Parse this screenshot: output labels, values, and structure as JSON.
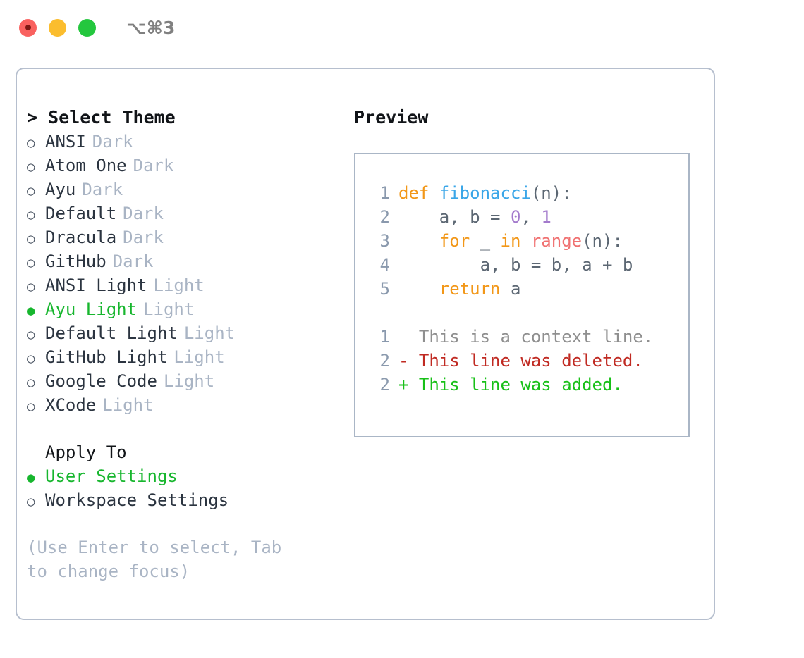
{
  "titlebar": {
    "shortcut": "⌥⌘3",
    "lights": [
      {
        "name": "close",
        "color": "#f9615f"
      },
      {
        "name": "minimize",
        "color": "#fbbd2e"
      },
      {
        "name": "maximize",
        "color": "#24c73e"
      }
    ]
  },
  "colors": {
    "accent_green": "#17b62e",
    "muted": "#a9b4c4",
    "text": "#2b3440",
    "border": "#b6bfce",
    "preview_border": "#aab6c6",
    "linenumber": "#8a99ad",
    "keyword": "#f29718",
    "function": "#3aa6e8",
    "number": "#a37acc",
    "builtin": "#f07171",
    "diff_deleted": "#c02a22",
    "diff_added": "#18c018",
    "diff_context": "#8f8f8f"
  },
  "left": {
    "title": "> Select Theme",
    "themes": [
      {
        "bullet": "○",
        "name": "ANSI",
        "tag": "Dark",
        "selected": false
      },
      {
        "bullet": "○",
        "name": "Atom One",
        "tag": "Dark",
        "selected": false
      },
      {
        "bullet": "○",
        "name": "Ayu",
        "tag": "Dark",
        "selected": false
      },
      {
        "bullet": "○",
        "name": "Default",
        "tag": "Dark",
        "selected": false
      },
      {
        "bullet": "○",
        "name": "Dracula",
        "tag": "Dark",
        "selected": false
      },
      {
        "bullet": "○",
        "name": "GitHub",
        "tag": "Dark",
        "selected": false
      },
      {
        "bullet": "○",
        "name": "ANSI Light",
        "tag": "Light",
        "selected": false
      },
      {
        "bullet": "●",
        "name": "Ayu Light",
        "tag": "Light",
        "selected": true
      },
      {
        "bullet": "○",
        "name": "Default Light",
        "tag": "Light",
        "selected": false
      },
      {
        "bullet": "○",
        "name": "GitHub Light",
        "tag": "Light",
        "selected": false
      },
      {
        "bullet": "○",
        "name": "Google Code",
        "tag": "Light",
        "selected": false
      },
      {
        "bullet": "○",
        "name": "XCode",
        "tag": "Light",
        "selected": false
      }
    ],
    "apply_to": {
      "title": "Apply To",
      "options": [
        {
          "bullet": "●",
          "name": "User Settings",
          "selected": true
        },
        {
          "bullet": "○",
          "name": "Workspace Settings",
          "selected": false
        }
      ]
    },
    "hint": "(Use Enter to select, Tab to change focus)"
  },
  "right": {
    "title": "Preview",
    "code_lines": [
      {
        "number": "1",
        "tokens": [
          {
            "text": "def ",
            "type": "kw"
          },
          {
            "text": "fibonacci",
            "type": "fn"
          },
          {
            "text": "(n):",
            "type": "pun"
          }
        ]
      },
      {
        "number": "2",
        "tokens": [
          {
            "text": "    a, b = ",
            "type": "var"
          },
          {
            "text": "0",
            "type": "num"
          },
          {
            "text": ", ",
            "type": "pun"
          },
          {
            "text": "1",
            "type": "num"
          }
        ]
      },
      {
        "number": "3",
        "tokens": [
          {
            "text": "    for ",
            "type": "kw"
          },
          {
            "text": "_ ",
            "type": "var"
          },
          {
            "text": "in ",
            "type": "kw"
          },
          {
            "text": "range",
            "type": "bi"
          },
          {
            "text": "(n):",
            "type": "pun"
          }
        ]
      },
      {
        "number": "4",
        "tokens": [
          {
            "text": "        a, b = b, a + b",
            "type": "var"
          }
        ]
      },
      {
        "number": "5",
        "tokens": [
          {
            "text": "    return ",
            "type": "kw"
          },
          {
            "text": "a",
            "type": "var"
          }
        ]
      }
    ],
    "diff_lines": [
      {
        "number": "1",
        "marker": " ",
        "text": " This is a context line.",
        "kind": "ctx"
      },
      {
        "number": "2",
        "marker": "-",
        "text": " This line was deleted.",
        "kind": "del"
      },
      {
        "number": "2",
        "marker": "+",
        "text": " This line was added.",
        "kind": "add"
      }
    ]
  }
}
